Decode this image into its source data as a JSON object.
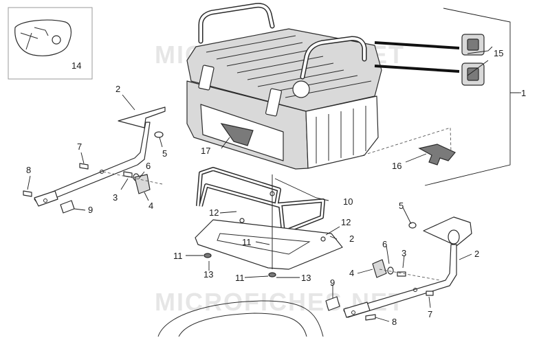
{
  "watermark": {
    "top": "MICROFICHES.NET",
    "bottom": "MICROFICHES.NET"
  },
  "callouts": {
    "c1": "1",
    "c2a": "2",
    "c2b": "2",
    "c2c": "2",
    "c3a": "3",
    "c3b": "3",
    "c4a": "4",
    "c4b": "4",
    "c5a": "5",
    "c5b": "5",
    "c6a": "6",
    "c6b": "6",
    "c7a": "7",
    "c7b": "7",
    "c8a": "8",
    "c8b": "8",
    "c9a": "9",
    "c9b": "9",
    "c10": "10",
    "c11a": "11",
    "c11b": "11",
    "c11c": "11",
    "c12a": "12",
    "c12b": "12",
    "c13a": "13",
    "c13b": "13",
    "c14": "14",
    "c15": "15",
    "c16": "16",
    "c17": "17"
  },
  "colors": {
    "line": "#2a2a2a",
    "watermark": "#e6e6e6",
    "panel": "#d9d9d9"
  }
}
